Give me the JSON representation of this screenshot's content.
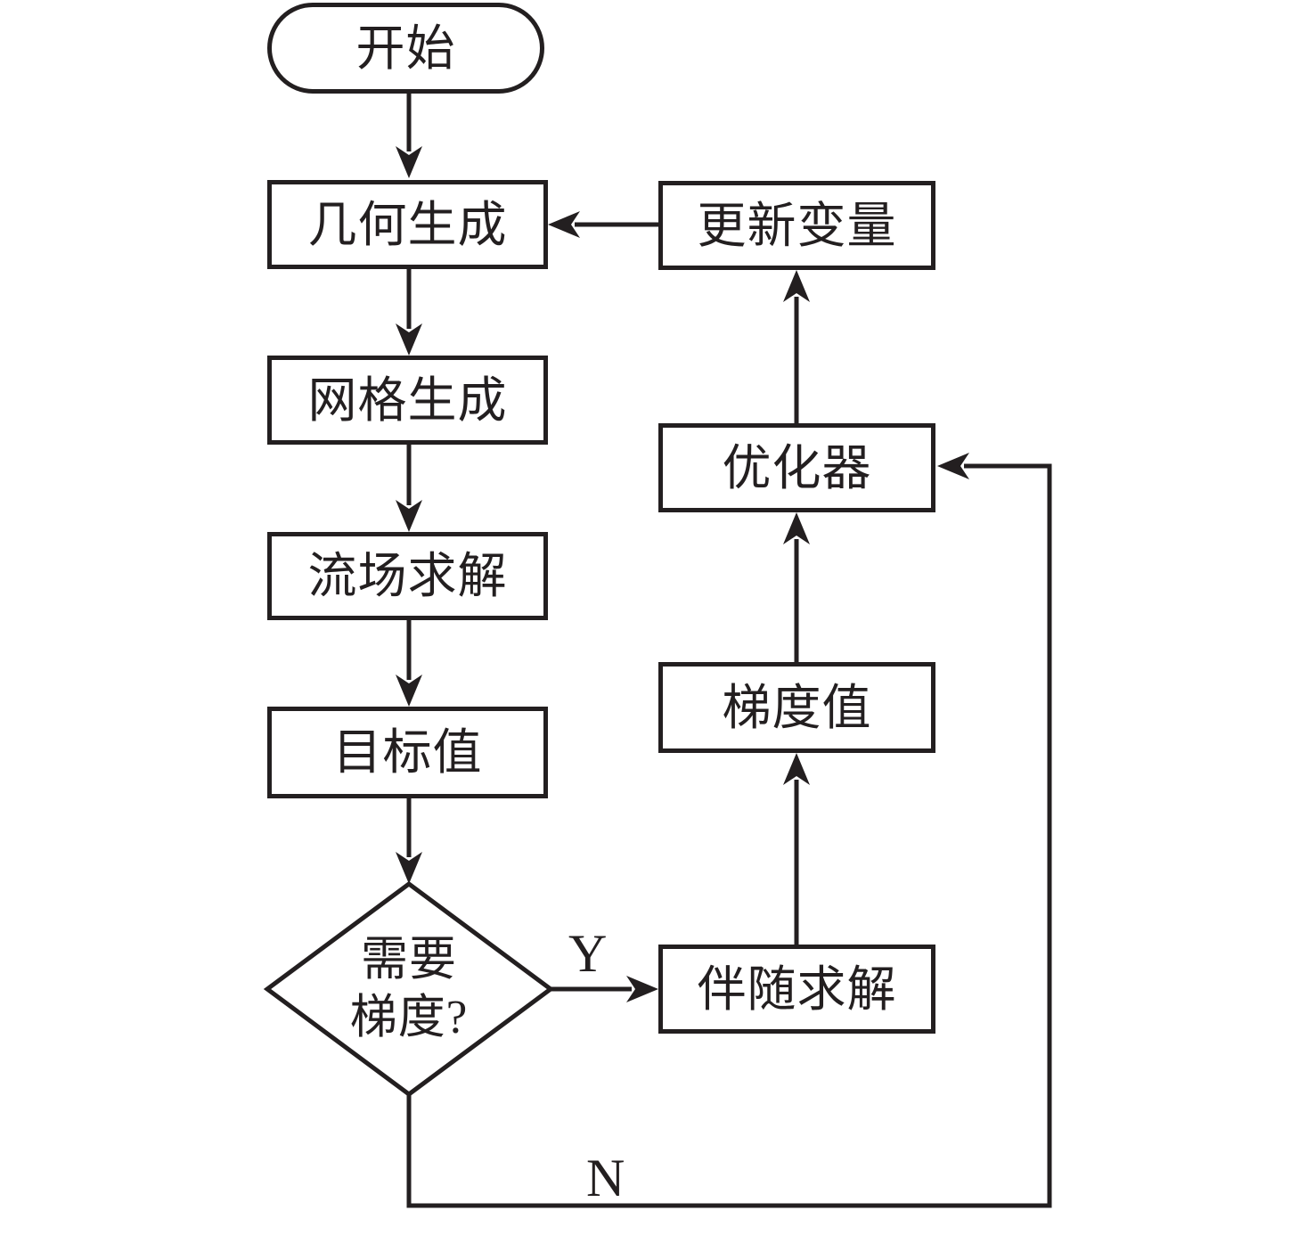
{
  "diagram": {
    "type": "flowchart",
    "colors": {
      "line": "#231f20",
      "text": "#231f20",
      "background": "#ffffff"
    },
    "nodes": {
      "start": {
        "label": "开始",
        "shape": "stadium"
      },
      "geometry_generation": {
        "label": "几何生成",
        "shape": "rect"
      },
      "mesh_generation": {
        "label": "网格生成",
        "shape": "rect"
      },
      "flow_solver": {
        "label": "流场求解",
        "shape": "rect"
      },
      "objective_value": {
        "label": "目标值",
        "shape": "rect"
      },
      "need_gradient": {
        "shape": "diamond",
        "lines": [
          "需要",
          "梯度?"
        ]
      },
      "adjoint_solver": {
        "label": "伴随求解",
        "shape": "rect"
      },
      "gradient_value": {
        "label": "梯度值",
        "shape": "rect"
      },
      "optimizer": {
        "label": "优化器",
        "shape": "rect"
      },
      "update_variables": {
        "label": "更新变量",
        "shape": "rect"
      }
    },
    "edges": {
      "yes_label": "Y",
      "no_label": "N"
    }
  }
}
